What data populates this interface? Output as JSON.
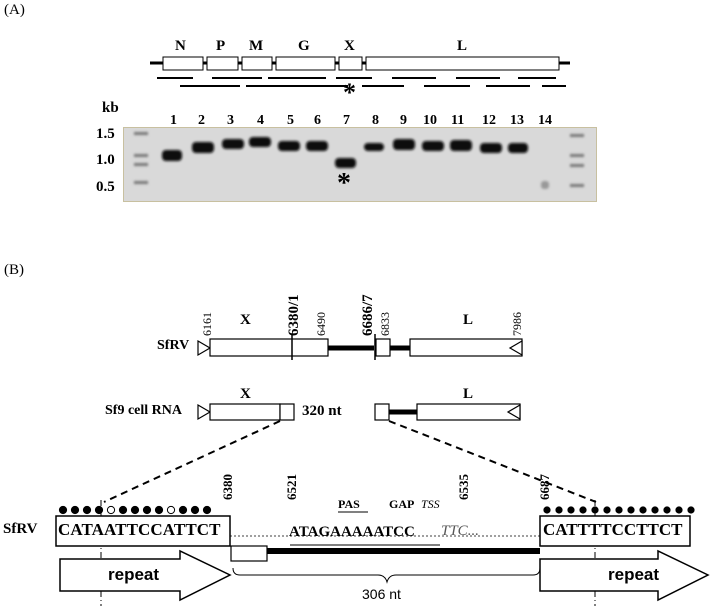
{
  "panelA": {
    "label": "(A)",
    "genes": [
      "N",
      "P",
      "M",
      "G",
      "X",
      "L"
    ],
    "genome_star": "*",
    "gel": {
      "unit_label": "kb",
      "size_labels": [
        "1.5",
        "1.0",
        "0.5"
      ],
      "lanes": [
        "1",
        "2",
        "3",
        "4",
        "5",
        "6",
        "7",
        "8",
        "9",
        "10",
        "11",
        "12",
        "13",
        "14"
      ],
      "band_star": "*"
    }
  },
  "panelB": {
    "label": "(B)",
    "sfrv_label": "SfRV",
    "sf9_label": "Sf9 cell RNA",
    "positions": [
      "6161",
      "6380/1",
      "6490",
      "6686/7",
      "6833",
      "7986"
    ],
    "gene_x": "X",
    "gene_l": "L",
    "length_320": "320 nt",
    "seq_positions": [
      "6380",
      "6521",
      "6535",
      "6687"
    ],
    "seq_label": "SfRV",
    "seq_left": "CATAATTCCATTCT",
    "seq_middle": "ATAGAAAAATCC",
    "seq_ttc": "TTC...",
    "seq_right": "CATTTTCCTTCT",
    "pas": "PAS",
    "gap": "GAP",
    "tss": "TSS",
    "repeat_label": "repeat",
    "length_306": "306 nt"
  }
}
